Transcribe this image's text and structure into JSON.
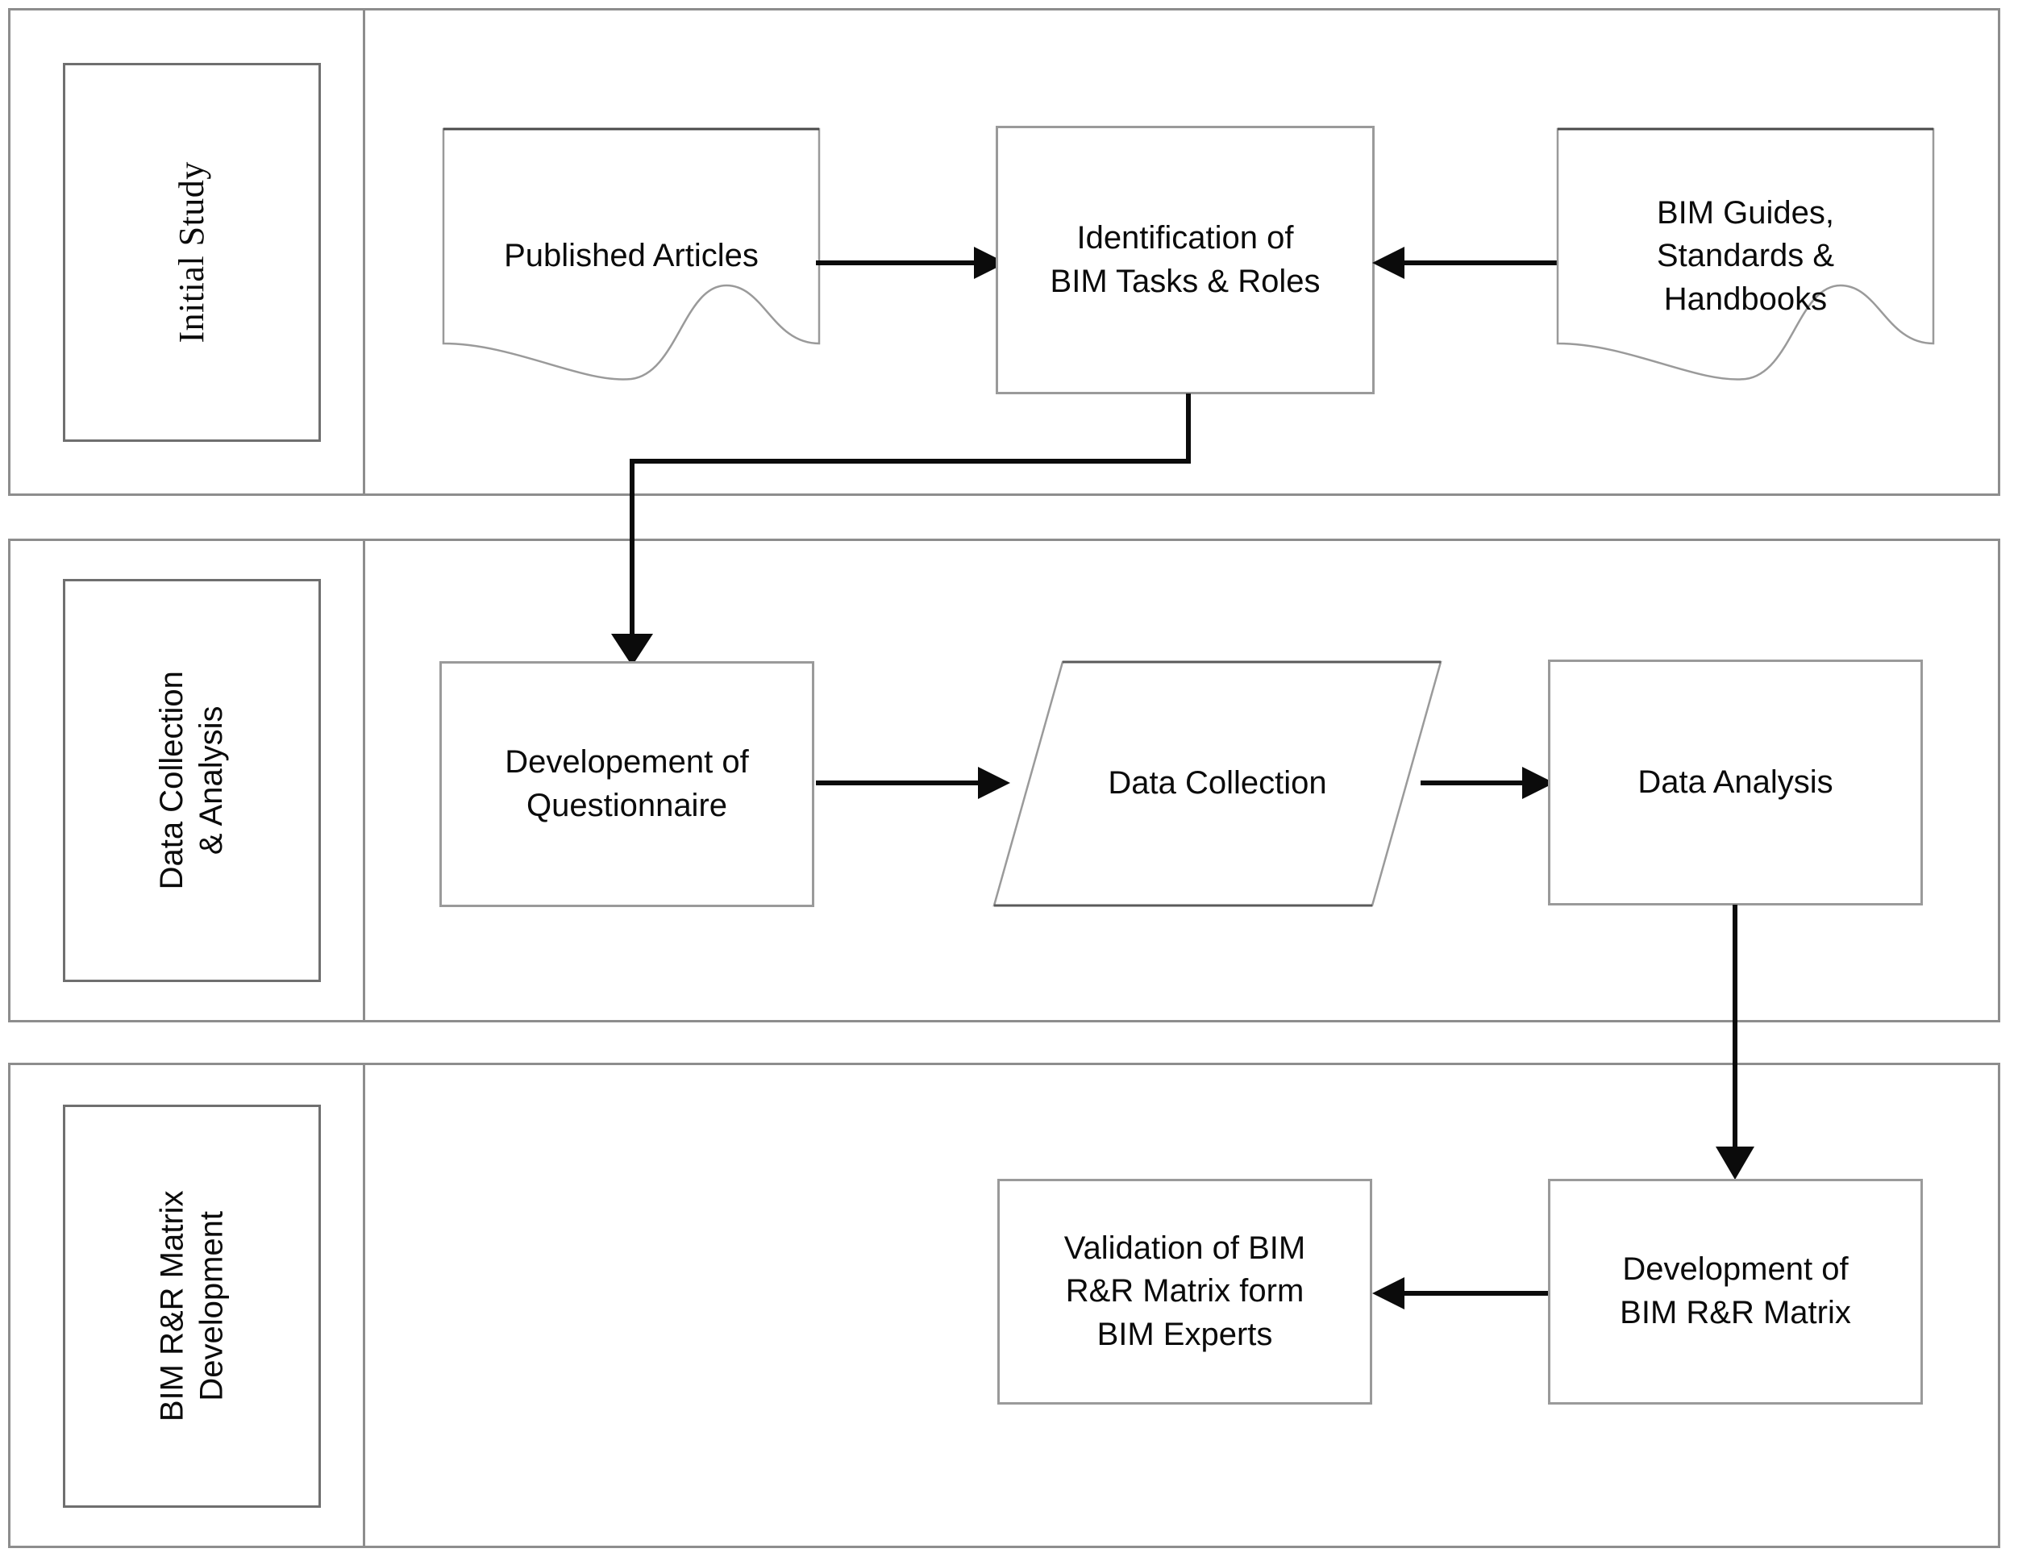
{
  "diagram": {
    "title": "BIM Roles & Responsibilities Research Methodology Flowchart",
    "type": "swimlane-flowchart",
    "stroke_color": "#0b0b0b",
    "lane_border_color": "#8d8d8d",
    "node_border_color": "#9a9a9a",
    "background": "#ffffff"
  },
  "lanes": [
    {
      "id": "lane-initial-study",
      "label": "Initial Study",
      "label_font": "serif",
      "nodes": [
        "published-articles",
        "identification-of-bim-tasks-roles",
        "bim-guides-standards-handbooks"
      ]
    },
    {
      "id": "lane-data-collection-analysis",
      "label": "Data Collection\n& Analysis",
      "label_font": "sans",
      "nodes": [
        "developement-of-questionnaire",
        "data-collection",
        "data-analysis"
      ]
    },
    {
      "id": "lane-bim-rr-matrix-development",
      "label": "BIM R&R Matrix\nDevelopment",
      "label_font": "sans",
      "nodes": [
        "validation-of-bim-rr-matrix",
        "development-of-bim-rr-matrix"
      ]
    }
  ],
  "nodes": {
    "published_articles": {
      "label": "Published Articles",
      "shape": "document"
    },
    "identification": {
      "label": "Identification of\nBIM Tasks & Roles",
      "shape": "rectangle"
    },
    "bim_guides": {
      "label": "BIM Guides,\nStandards &\nHandbooks",
      "shape": "document"
    },
    "questionnaire": {
      "label": "Developement of\nQuestionnaire",
      "shape": "rectangle"
    },
    "data_collection": {
      "label": "Data Collection",
      "shape": "parallelogram"
    },
    "data_analysis": {
      "label": "Data Analysis",
      "shape": "rectangle"
    },
    "validation": {
      "label": "Validation of BIM\nR&R Matrix form\nBIM Experts",
      "shape": "rectangle"
    },
    "matrix_development": {
      "label": "Development of\nBIM R&R Matrix",
      "shape": "rectangle"
    }
  },
  "connectors": [
    {
      "id": "published-articles-to-identification",
      "from": "published_articles",
      "to": "identification",
      "direction": "right"
    },
    {
      "id": "bim-guides-to-identification",
      "from": "bim_guides",
      "to": "identification",
      "direction": "left"
    },
    {
      "id": "identification-to-questionnaire",
      "from": "identification",
      "to": "questionnaire",
      "direction": "elbow-down-left"
    },
    {
      "id": "questionnaire-to-data-collection",
      "from": "questionnaire",
      "to": "data_collection",
      "direction": "right"
    },
    {
      "id": "data-collection-to-data-analysis",
      "from": "data_collection",
      "to": "data_analysis",
      "direction": "right"
    },
    {
      "id": "data-analysis-to-matrix-development",
      "from": "data_analysis",
      "to": "matrix_development",
      "direction": "down"
    },
    {
      "id": "matrix-development-to-validation",
      "from": "matrix_development",
      "to": "validation",
      "direction": "left"
    }
  ]
}
